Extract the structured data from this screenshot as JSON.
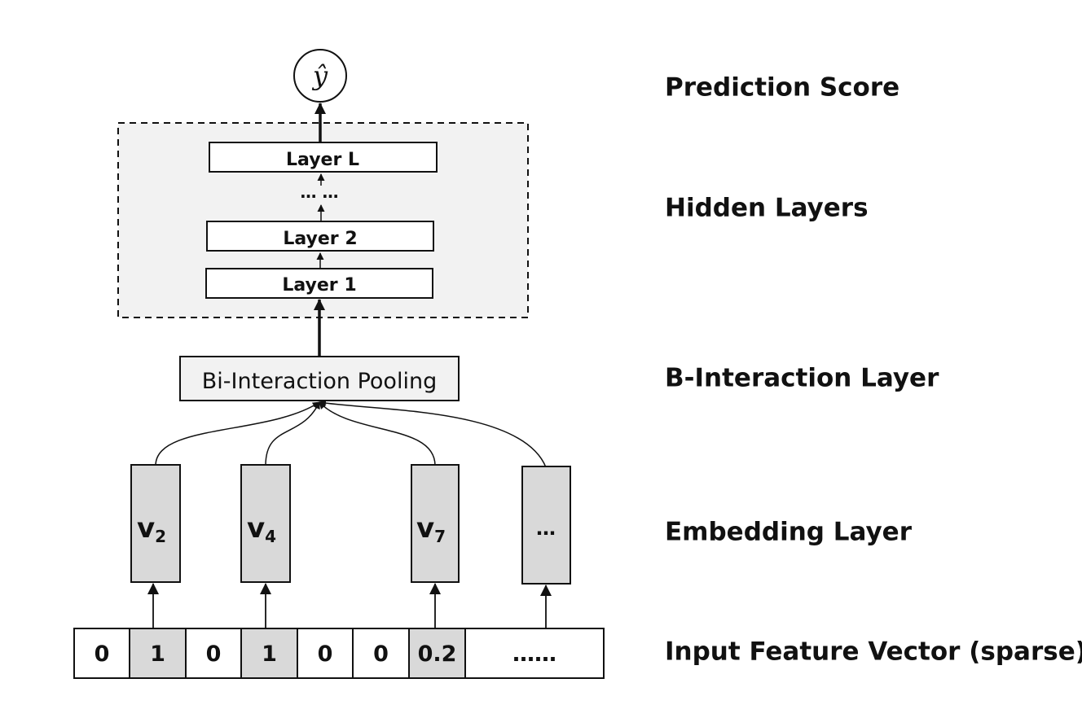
{
  "output": {
    "symbol": "ŷ"
  },
  "hidden_layers": {
    "top": "Layer L",
    "ellipsis": "… …",
    "second": "Layer 2",
    "first": "Layer 1"
  },
  "pooling": {
    "label": "Bi-Interaction Pooling"
  },
  "embeddings": [
    {
      "main": "v",
      "sub": "2"
    },
    {
      "main": "v",
      "sub": "4"
    },
    {
      "main": "v",
      "sub": "7"
    },
    {
      "main": "…",
      "sub": ""
    }
  ],
  "input_vector": {
    "cells": [
      "0",
      "1",
      "0",
      "1",
      "0",
      "0",
      "0.2",
      "……"
    ],
    "highlighted": [
      false,
      true,
      false,
      true,
      false,
      false,
      true,
      false
    ]
  },
  "section_labels": {
    "prediction": "Prediction Score",
    "hidden": "Hidden Layers",
    "interaction": "B-Interaction Layer",
    "embedding": "Embedding Layer",
    "input": "Input Feature Vector (sparse)"
  },
  "colors": {
    "shaded": "#d9d9d9",
    "panel": "#f2f2f2",
    "pooling_fill": "#f2f2f2",
    "stroke": "#111111"
  }
}
